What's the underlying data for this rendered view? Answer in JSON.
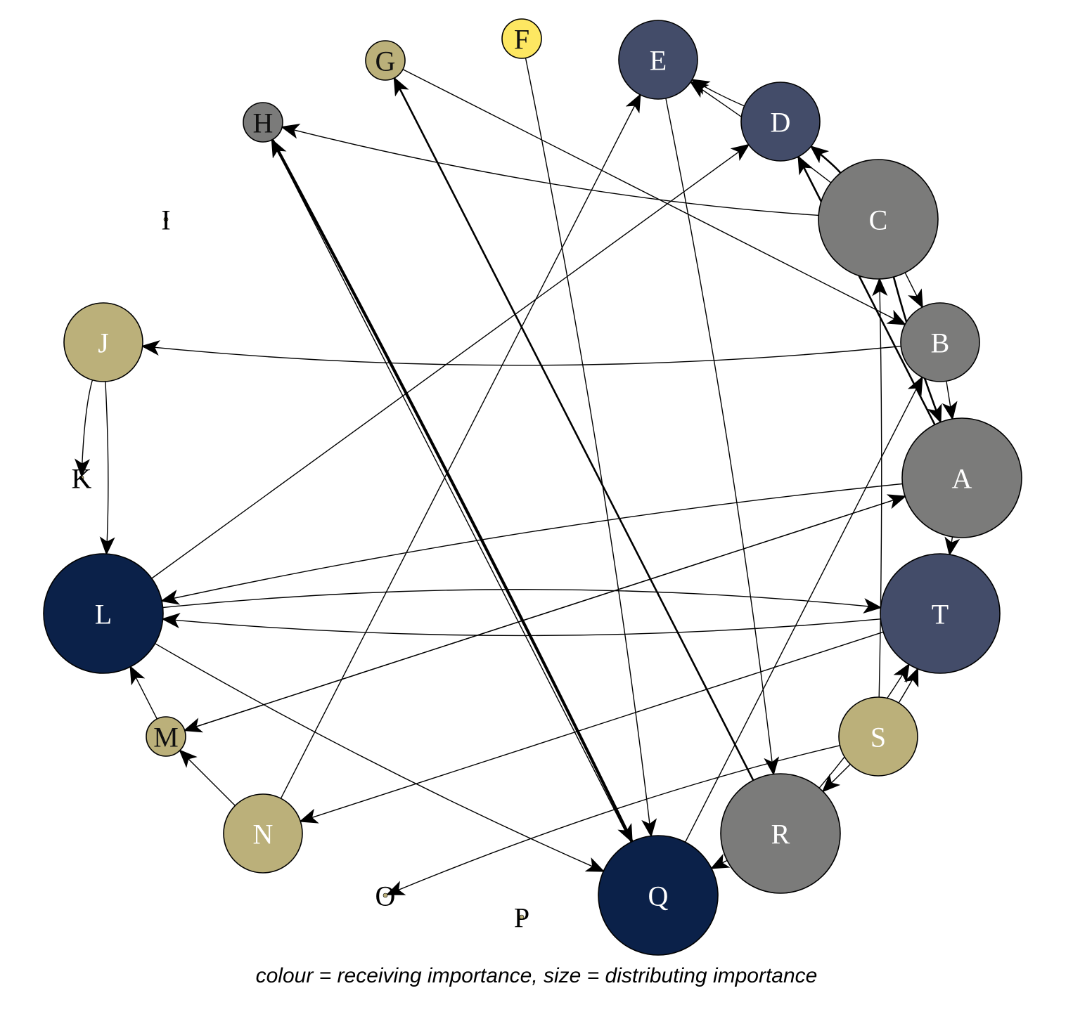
{
  "caption": "colour = receiving importance, size = distributing importance",
  "colors": {
    "navy": "#0b2149",
    "slate": "#434c69",
    "grey": "#7b7b7a",
    "khaki": "#bbb07a",
    "yellow": "#fde762",
    "label_light": "#ffffff",
    "label_dark": "#111111",
    "edge": "#000000"
  },
  "nodes": [
    {
      "id": "A",
      "color": "grey",
      "size_rank": "large",
      "label_color": "label_light"
    },
    {
      "id": "B",
      "color": "grey",
      "size_rank": "medium",
      "label_color": "label_light"
    },
    {
      "id": "C",
      "color": "grey",
      "size_rank": "large",
      "label_color": "label_light"
    },
    {
      "id": "D",
      "color": "slate",
      "size_rank": "medium",
      "label_color": "label_light"
    },
    {
      "id": "E",
      "color": "slate",
      "size_rank": "medium",
      "label_color": "label_light"
    },
    {
      "id": "F",
      "color": "yellow",
      "size_rank": "small",
      "label_color": "label_dark"
    },
    {
      "id": "G",
      "color": "khaki",
      "size_rank": "small",
      "label_color": "label_dark"
    },
    {
      "id": "H",
      "color": "grey",
      "size_rank": "small",
      "label_color": "label_dark"
    },
    {
      "id": "I",
      "color": "khaki",
      "size_rank": "none",
      "label_color": "label_dark"
    },
    {
      "id": "J",
      "color": "khaki",
      "size_rank": "medium",
      "label_color": "label_light"
    },
    {
      "id": "K",
      "color": "khaki",
      "size_rank": "none",
      "label_color": "label_dark"
    },
    {
      "id": "L",
      "color": "navy",
      "size_rank": "large",
      "label_color": "label_light"
    },
    {
      "id": "M",
      "color": "khaki",
      "size_rank": "small",
      "label_color": "label_dark"
    },
    {
      "id": "N",
      "color": "khaki",
      "size_rank": "medium",
      "label_color": "label_light"
    },
    {
      "id": "O",
      "color": "khaki",
      "size_rank": "none",
      "label_color": "label_dark"
    },
    {
      "id": "P",
      "color": "khaki",
      "size_rank": "none",
      "label_color": "label_dark"
    },
    {
      "id": "Q",
      "color": "navy",
      "size_rank": "large",
      "label_color": "label_light"
    },
    {
      "id": "R",
      "color": "grey",
      "size_rank": "large",
      "label_color": "label_light"
    },
    {
      "id": "S",
      "color": "khaki",
      "size_rank": "medium",
      "label_color": "label_light"
    },
    {
      "id": "T",
      "color": "slate",
      "size_rank": "large",
      "label_color": "label_light"
    }
  ],
  "edges": [
    {
      "from": "G",
      "to": "B",
      "weight": "thin"
    },
    {
      "from": "F",
      "to": "Q",
      "weight": "thin"
    },
    {
      "from": "E",
      "to": "R",
      "weight": "thin"
    },
    {
      "from": "D",
      "to": "E",
      "weight": "thin"
    },
    {
      "from": "C",
      "to": "E",
      "weight": "thin"
    },
    {
      "from": "C",
      "to": "D",
      "weight": "medium"
    },
    {
      "from": "A",
      "to": "D",
      "weight": "medium"
    },
    {
      "from": "C",
      "to": "A",
      "weight": "medium"
    },
    {
      "from": "C",
      "to": "H",
      "weight": "thin"
    },
    {
      "from": "C",
      "to": "B",
      "weight": "thin"
    },
    {
      "from": "S",
      "to": "C",
      "weight": "thin"
    },
    {
      "from": "B",
      "to": "J",
      "weight": "thin"
    },
    {
      "from": "B",
      "to": "A",
      "weight": "thin"
    },
    {
      "from": "Q",
      "to": "B",
      "weight": "thin"
    },
    {
      "from": "A",
      "to": "L",
      "weight": "thin"
    },
    {
      "from": "A",
      "to": "M",
      "weight": "thin"
    },
    {
      "from": "M",
      "to": "A",
      "weight": "thin"
    },
    {
      "from": "L",
      "to": "D",
      "weight": "thin"
    },
    {
      "from": "L",
      "to": "T",
      "weight": "thin"
    },
    {
      "from": "T",
      "to": "L",
      "weight": "thin"
    },
    {
      "from": "L",
      "to": "Q",
      "weight": "thin"
    },
    {
      "from": "M",
      "to": "L",
      "weight": "thin"
    },
    {
      "from": "N",
      "to": "M",
      "weight": "thin"
    },
    {
      "from": "N",
      "to": "E",
      "weight": "thin"
    },
    {
      "from": "T",
      "to": "N",
      "weight": "thin"
    },
    {
      "from": "J",
      "to": "K",
      "weight": "thin"
    },
    {
      "from": "J",
      "to": "L",
      "weight": "thin"
    },
    {
      "from": "H",
      "to": "Q",
      "weight": "thick"
    },
    {
      "from": "Q",
      "to": "H",
      "weight": "thin"
    },
    {
      "from": "R",
      "to": "G",
      "weight": "medium"
    },
    {
      "from": "S",
      "to": "T",
      "weight": "thin"
    },
    {
      "from": "R",
      "to": "T",
      "weight": "thin"
    },
    {
      "from": "S",
      "to": "R",
      "weight": "thin"
    },
    {
      "from": "R",
      "to": "Q",
      "weight": "thin"
    },
    {
      "from": "S",
      "to": "O",
      "weight": "thin"
    },
    {
      "from": "A",
      "to": "T",
      "weight": "thin"
    }
  ]
}
